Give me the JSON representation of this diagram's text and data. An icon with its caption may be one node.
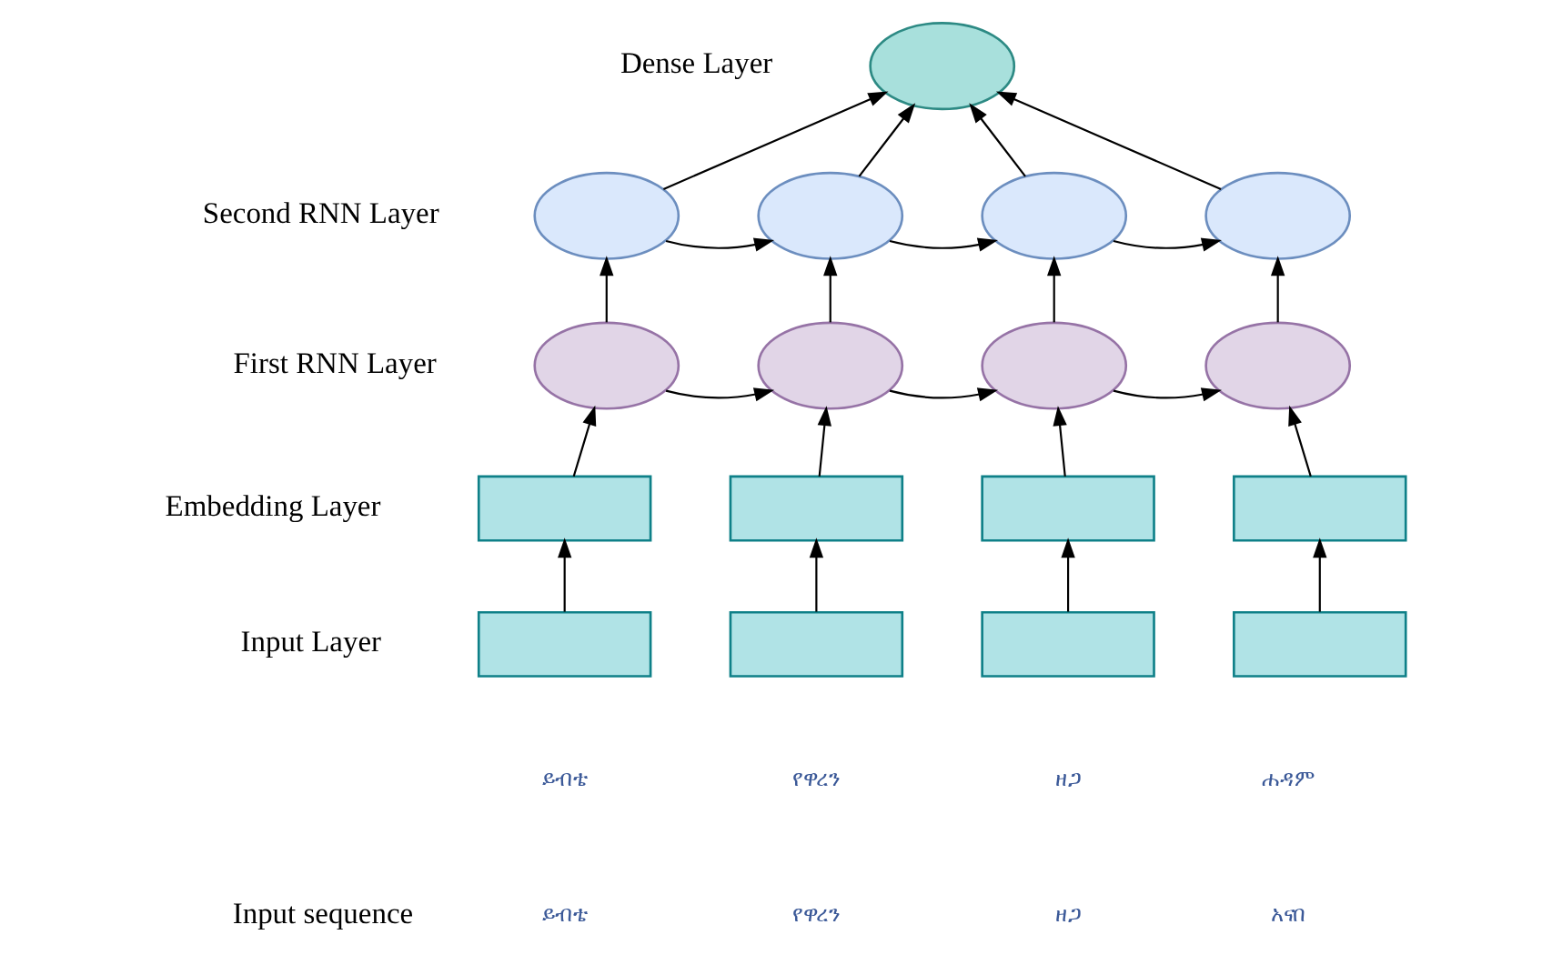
{
  "diagram": {
    "nodes": [
      {
        "text": [],
        "shape": "circle"
      },
      {
        "text": [],
        "shape": "circle"
      },
      {
        "text": [],
        "shape": "circle"
      },
      {
        "text": [],
        "shape": "circle"
      },
      {
        "text": [],
        "shape": "circle"
      },
      {
        "text": [],
        "shape": "circle"
      },
      {
        "text": [],
        "shape": "circle"
      },
      {
        "text": [],
        "shape": "circle"
      },
      {
        "text": [],
        "shape": "circle"
      },
      {
        "text": [],
        "shape": "box"
      },
      {
        "text": [],
        "shape": "box"
      },
      {
        "text": [],
        "shape": "box"
      },
      {
        "text": [],
        "shape": "box"
      },
      {
        "text": [],
        "shape": "box"
      },
      {
        "text": [],
        "shape": "box"
      },
      {
        "text": [],
        "shape": "box"
      },
      {
        "text": [],
        "shape": "box"
      }
    ],
    "edges": [
      {
        "from": 13,
        "to": 9,
        "arrow": "to"
      },
      {
        "from": 14,
        "to": 10,
        "arrow": "to"
      },
      {
        "from": 15,
        "to": 11,
        "arrow": "to"
      },
      {
        "from": 16,
        "to": 12,
        "arrow": "to"
      },
      {
        "from": 9,
        "to": 5,
        "arrow": "to"
      },
      {
        "from": 10,
        "to": 6,
        "arrow": "to"
      },
      {
        "from": 11,
        "to": 7,
        "arrow": "to"
      },
      {
        "from": 12,
        "to": 8,
        "arrow": "to"
      },
      {
        "from": 5,
        "to": 6,
        "arrow": "to"
      },
      {
        "from": 6,
        "to": 7,
        "arrow": "to"
      },
      {
        "from": 7,
        "to": 8,
        "arrow": "to"
      },
      {
        "from": 5,
        "to": 1,
        "arrow": "to"
      },
      {
        "from": 6,
        "to": 2,
        "arrow": "to"
      },
      {
        "from": 7,
        "to": 3,
        "arrow": "to"
      },
      {
        "from": 8,
        "to": 4,
        "arrow": "to"
      },
      {
        "from": 1,
        "to": 2,
        "arrow": "to"
      },
      {
        "from": 2,
        "to": 3,
        "arrow": "to"
      },
      {
        "from": 3,
        "to": 4,
        "arrow": "to"
      },
      {
        "from": 1,
        "to": 0,
        "arrow": "to"
      },
      {
        "from": 2,
        "to": 0,
        "arrow": "to"
      },
      {
        "from": 3,
        "to": 0,
        "arrow": "to"
      },
      {
        "from": 4,
        "to": 0,
        "arrow": "to"
      }
    ],
    "labels": [
      "Dense Layer",
      "Second RNN Layer",
      "First RNN Layer",
      "Embedding Layer",
      "Input Layer",
      "ይብቴ",
      "የዋረን",
      "ዘጋ",
      "ሐዳም",
      "Input sequence",
      "ይብቴ",
      "የዋረን",
      "ዘጋ",
      "አናበ"
    ]
  }
}
